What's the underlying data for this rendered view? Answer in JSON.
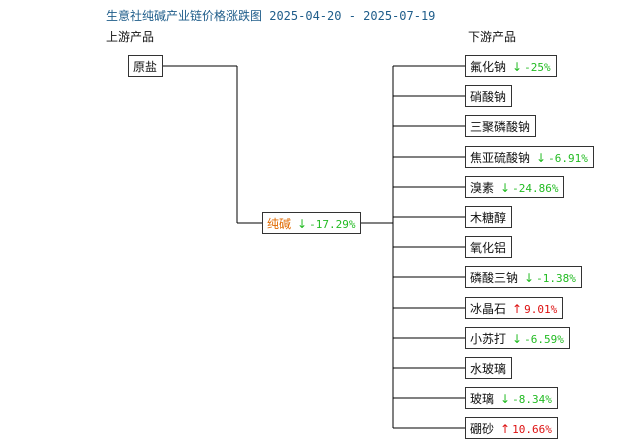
{
  "title": "生意社纯碱产业链价格涨跌图 2025-04-20 - 2025-07-19",
  "upstream_header": "上游产品",
  "downstream_header": "下游产品",
  "upstream": [
    {
      "name": "原盐",
      "arrow": "",
      "change": ""
    }
  ],
  "center": {
    "name": "纯碱",
    "arrow": "↓",
    "change": "-17.29%",
    "direction": "down"
  },
  "downstream": [
    {
      "name": "氟化钠",
      "arrow": "↓",
      "change": "-25%",
      "direction": "down"
    },
    {
      "name": "硝酸钠",
      "arrow": "",
      "change": "",
      "direction": ""
    },
    {
      "name": "三聚磷酸钠",
      "arrow": "",
      "change": "",
      "direction": ""
    },
    {
      "name": "焦亚硫酸钠",
      "arrow": "↓",
      "change": "-6.91%",
      "direction": "down"
    },
    {
      "name": "溴素",
      "arrow": "↓",
      "change": "-24.86%",
      "direction": "down"
    },
    {
      "name": "木糖醇",
      "arrow": "",
      "change": "",
      "direction": ""
    },
    {
      "name": "氧化铝",
      "arrow": "",
      "change": "",
      "direction": ""
    },
    {
      "name": "磷酸三钠",
      "arrow": "↓",
      "change": "-1.38%",
      "direction": "down"
    },
    {
      "name": "冰晶石",
      "arrow": "↑",
      "change": "9.01%",
      "direction": "up"
    },
    {
      "name": "小苏打",
      "arrow": "↓",
      "change": "-6.59%",
      "direction": "down"
    },
    {
      "name": "水玻璃",
      "arrow": "",
      "change": "",
      "direction": ""
    },
    {
      "name": "玻璃",
      "arrow": "↓",
      "change": "-8.34%",
      "direction": "down"
    },
    {
      "name": "硼砂",
      "arrow": "↑",
      "change": "10.66%",
      "direction": "up"
    }
  ],
  "colors": {
    "down": "#22bb22",
    "up": "#dd1111",
    "center": "#e06a00",
    "title": "#1f5d8a"
  }
}
